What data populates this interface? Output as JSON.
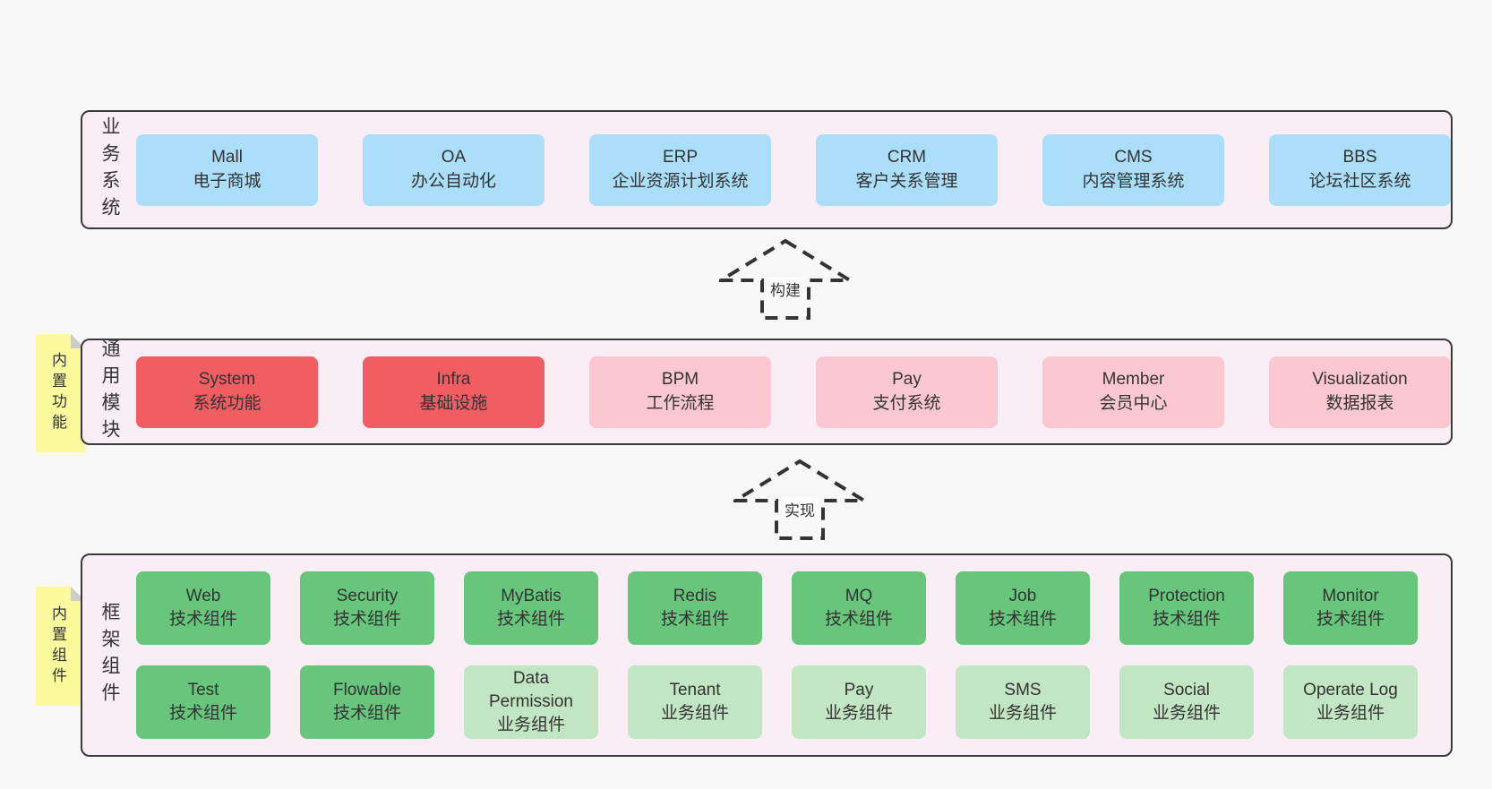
{
  "palette": {
    "page_bg": "#f8f8f8",
    "section_bg": "#f9edf6",
    "section_border": "#3a3a3a",
    "blue_box": "#abdef8",
    "red_box": "#f05d62",
    "pink_box": "#fbc8d2",
    "green_dark_box": "#67c57c",
    "green_light_box": "#c2e5c3",
    "note_bg": "#fbfa9d",
    "note_fold": "#cdcdcd",
    "arrow": "#333333",
    "arrow_label_bg": "#fcfcfc",
    "text": "#333333"
  },
  "business": {
    "label": "业务系统",
    "boxes": [
      {
        "name": "Mall",
        "desc": "电子商城"
      },
      {
        "name": "OA",
        "desc": "办公自动化"
      },
      {
        "name": "ERP",
        "desc": "企业资源计划系统"
      },
      {
        "name": "CRM",
        "desc": "客户关系管理"
      },
      {
        "name": "CMS",
        "desc": "内容管理系统"
      },
      {
        "name": "BBS",
        "desc": "论坛社区系统"
      }
    ]
  },
  "arrows": {
    "build": "构建",
    "implement": "实现"
  },
  "modules": {
    "label": "通用模块",
    "note": "内置功能",
    "boxes": [
      {
        "name": "System",
        "desc": "系统功能",
        "variant": "red"
      },
      {
        "name": "Infra",
        "desc": "基础设施",
        "variant": "red"
      },
      {
        "name": "BPM",
        "desc": "工作流程",
        "variant": "pink"
      },
      {
        "name": "Pay",
        "desc": "支付系统",
        "variant": "pink"
      },
      {
        "name": "Member",
        "desc": "会员中心",
        "variant": "pink"
      },
      {
        "name": "Visualization",
        "desc": "数据报表",
        "variant": "pink"
      }
    ]
  },
  "framework": {
    "label": "框架组件",
    "note": "内置组件",
    "row1": [
      {
        "name": "Web",
        "desc": "技术组件",
        "variant": "green-dark"
      },
      {
        "name": "Security",
        "desc": "技术组件",
        "variant": "green-dark"
      },
      {
        "name": "MyBatis",
        "desc": "技术组件",
        "variant": "green-dark"
      },
      {
        "name": "Redis",
        "desc": "技术组件",
        "variant": "green-dark"
      },
      {
        "name": "MQ",
        "desc": "技术组件",
        "variant": "green-dark"
      },
      {
        "name": "Job",
        "desc": "技术组件",
        "variant": "green-dark"
      },
      {
        "name": "Protection",
        "desc": "技术组件",
        "variant": "green-dark"
      },
      {
        "name": "Monitor",
        "desc": "技术组件",
        "variant": "green-dark"
      }
    ],
    "row2": [
      {
        "name": "Test",
        "desc": "技术组件",
        "variant": "green-dark"
      },
      {
        "name": "Flowable",
        "desc": "技术组件",
        "variant": "green-dark"
      },
      {
        "name": "Data Permission",
        "desc": "业务组件",
        "variant": "green-light"
      },
      {
        "name": "Tenant",
        "desc": "业务组件",
        "variant": "green-light"
      },
      {
        "name": "Pay",
        "desc": "业务组件",
        "variant": "green-light"
      },
      {
        "name": "SMS",
        "desc": "业务组件",
        "variant": "green-light"
      },
      {
        "name": "Social",
        "desc": "业务组件",
        "variant": "green-light"
      },
      {
        "name": "Operate Log",
        "desc": "业务组件",
        "variant": "green-light"
      }
    ]
  }
}
